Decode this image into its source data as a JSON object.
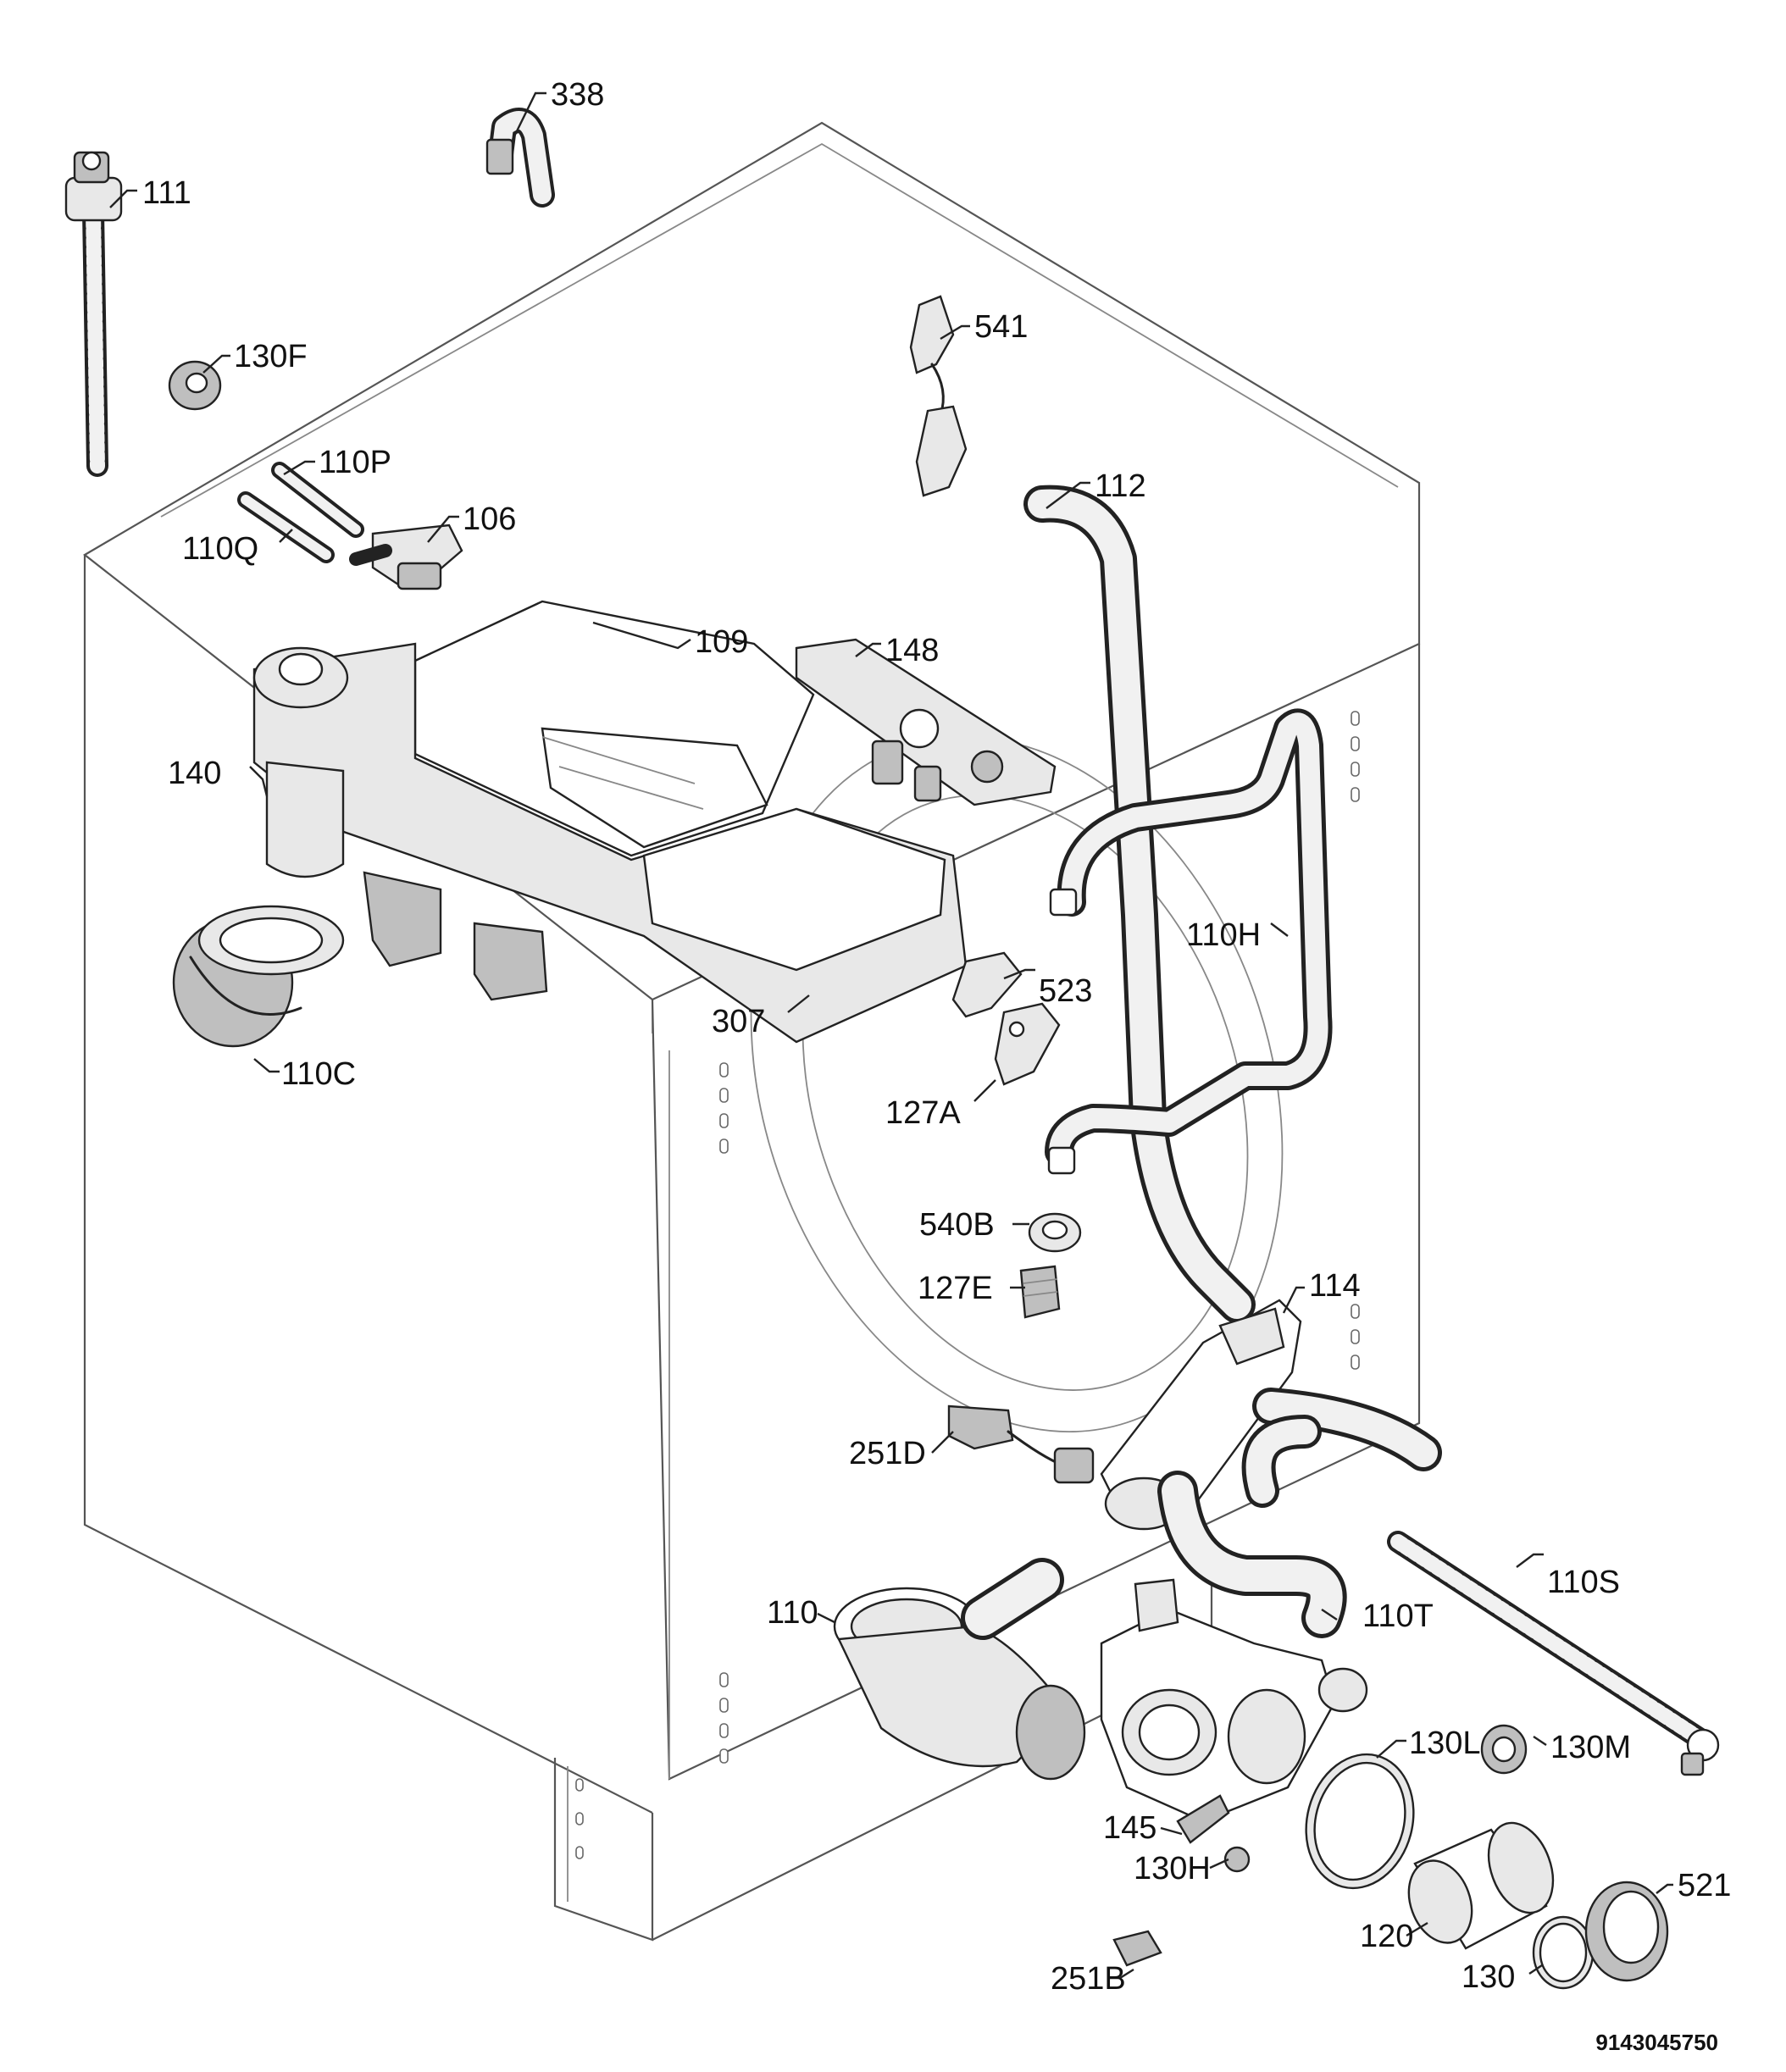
{
  "document_number": "9143045750",
  "callouts": [
    {
      "id": "c338",
      "text": "338"
    },
    {
      "id": "c111",
      "text": "111"
    },
    {
      "id": "c541",
      "text": "541"
    },
    {
      "id": "c130F",
      "text": "130F"
    },
    {
      "id": "c110P",
      "text": "110P"
    },
    {
      "id": "c112",
      "text": "112"
    },
    {
      "id": "c110Q",
      "text": "110Q"
    },
    {
      "id": "c106",
      "text": "106"
    },
    {
      "id": "c109",
      "text": "109"
    },
    {
      "id": "c148",
      "text": "148"
    },
    {
      "id": "c140",
      "text": "140"
    },
    {
      "id": "c110H",
      "text": "110H"
    },
    {
      "id": "c523",
      "text": "523"
    },
    {
      "id": "c307",
      "text": "307"
    },
    {
      "id": "c110C",
      "text": "110C"
    },
    {
      "id": "c127A",
      "text": "127A"
    },
    {
      "id": "c540B",
      "text": "540B"
    },
    {
      "id": "c127E",
      "text": "127E"
    },
    {
      "id": "c114",
      "text": "114"
    },
    {
      "id": "c251D",
      "text": "251D"
    },
    {
      "id": "c110S",
      "text": "110S"
    },
    {
      "id": "c110",
      "text": "110"
    },
    {
      "id": "c110T",
      "text": "110T"
    },
    {
      "id": "c130L",
      "text": "130L"
    },
    {
      "id": "c130M",
      "text": "130M"
    },
    {
      "id": "c145",
      "text": "145"
    },
    {
      "id": "c130H",
      "text": "130H"
    },
    {
      "id": "c120",
      "text": "120"
    },
    {
      "id": "c521",
      "text": "521"
    },
    {
      "id": "c251B",
      "text": "251B"
    },
    {
      "id": "c130",
      "text": "130"
    }
  ]
}
